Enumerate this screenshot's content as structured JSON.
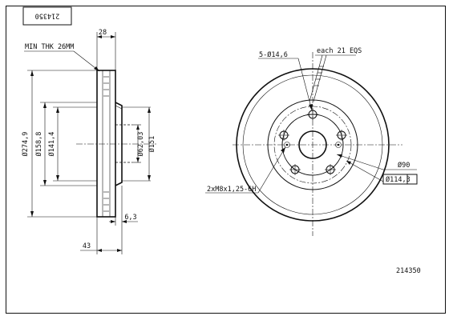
{
  "part_number_box": "214350",
  "part_number": "214350",
  "side_view": {
    "min_thickness": "MIN THK 26MM",
    "width_top": "28",
    "dia_outer": "Ø274,9",
    "dia_hat": "Ø158,8",
    "dia_inner": "Ø141,4",
    "dia_bore": "Ø62,03",
    "dia_hub": "Ø151",
    "hat_thickness": "6,3",
    "overall_height": "43"
  },
  "front_view": {
    "bolt_holes": "5-Ø14,6",
    "vents": "each 21 EQS",
    "threads": "2xM8x1,25-6H",
    "dia_center": "Ø90",
    "dia_pcd": "Ø114,3"
  }
}
